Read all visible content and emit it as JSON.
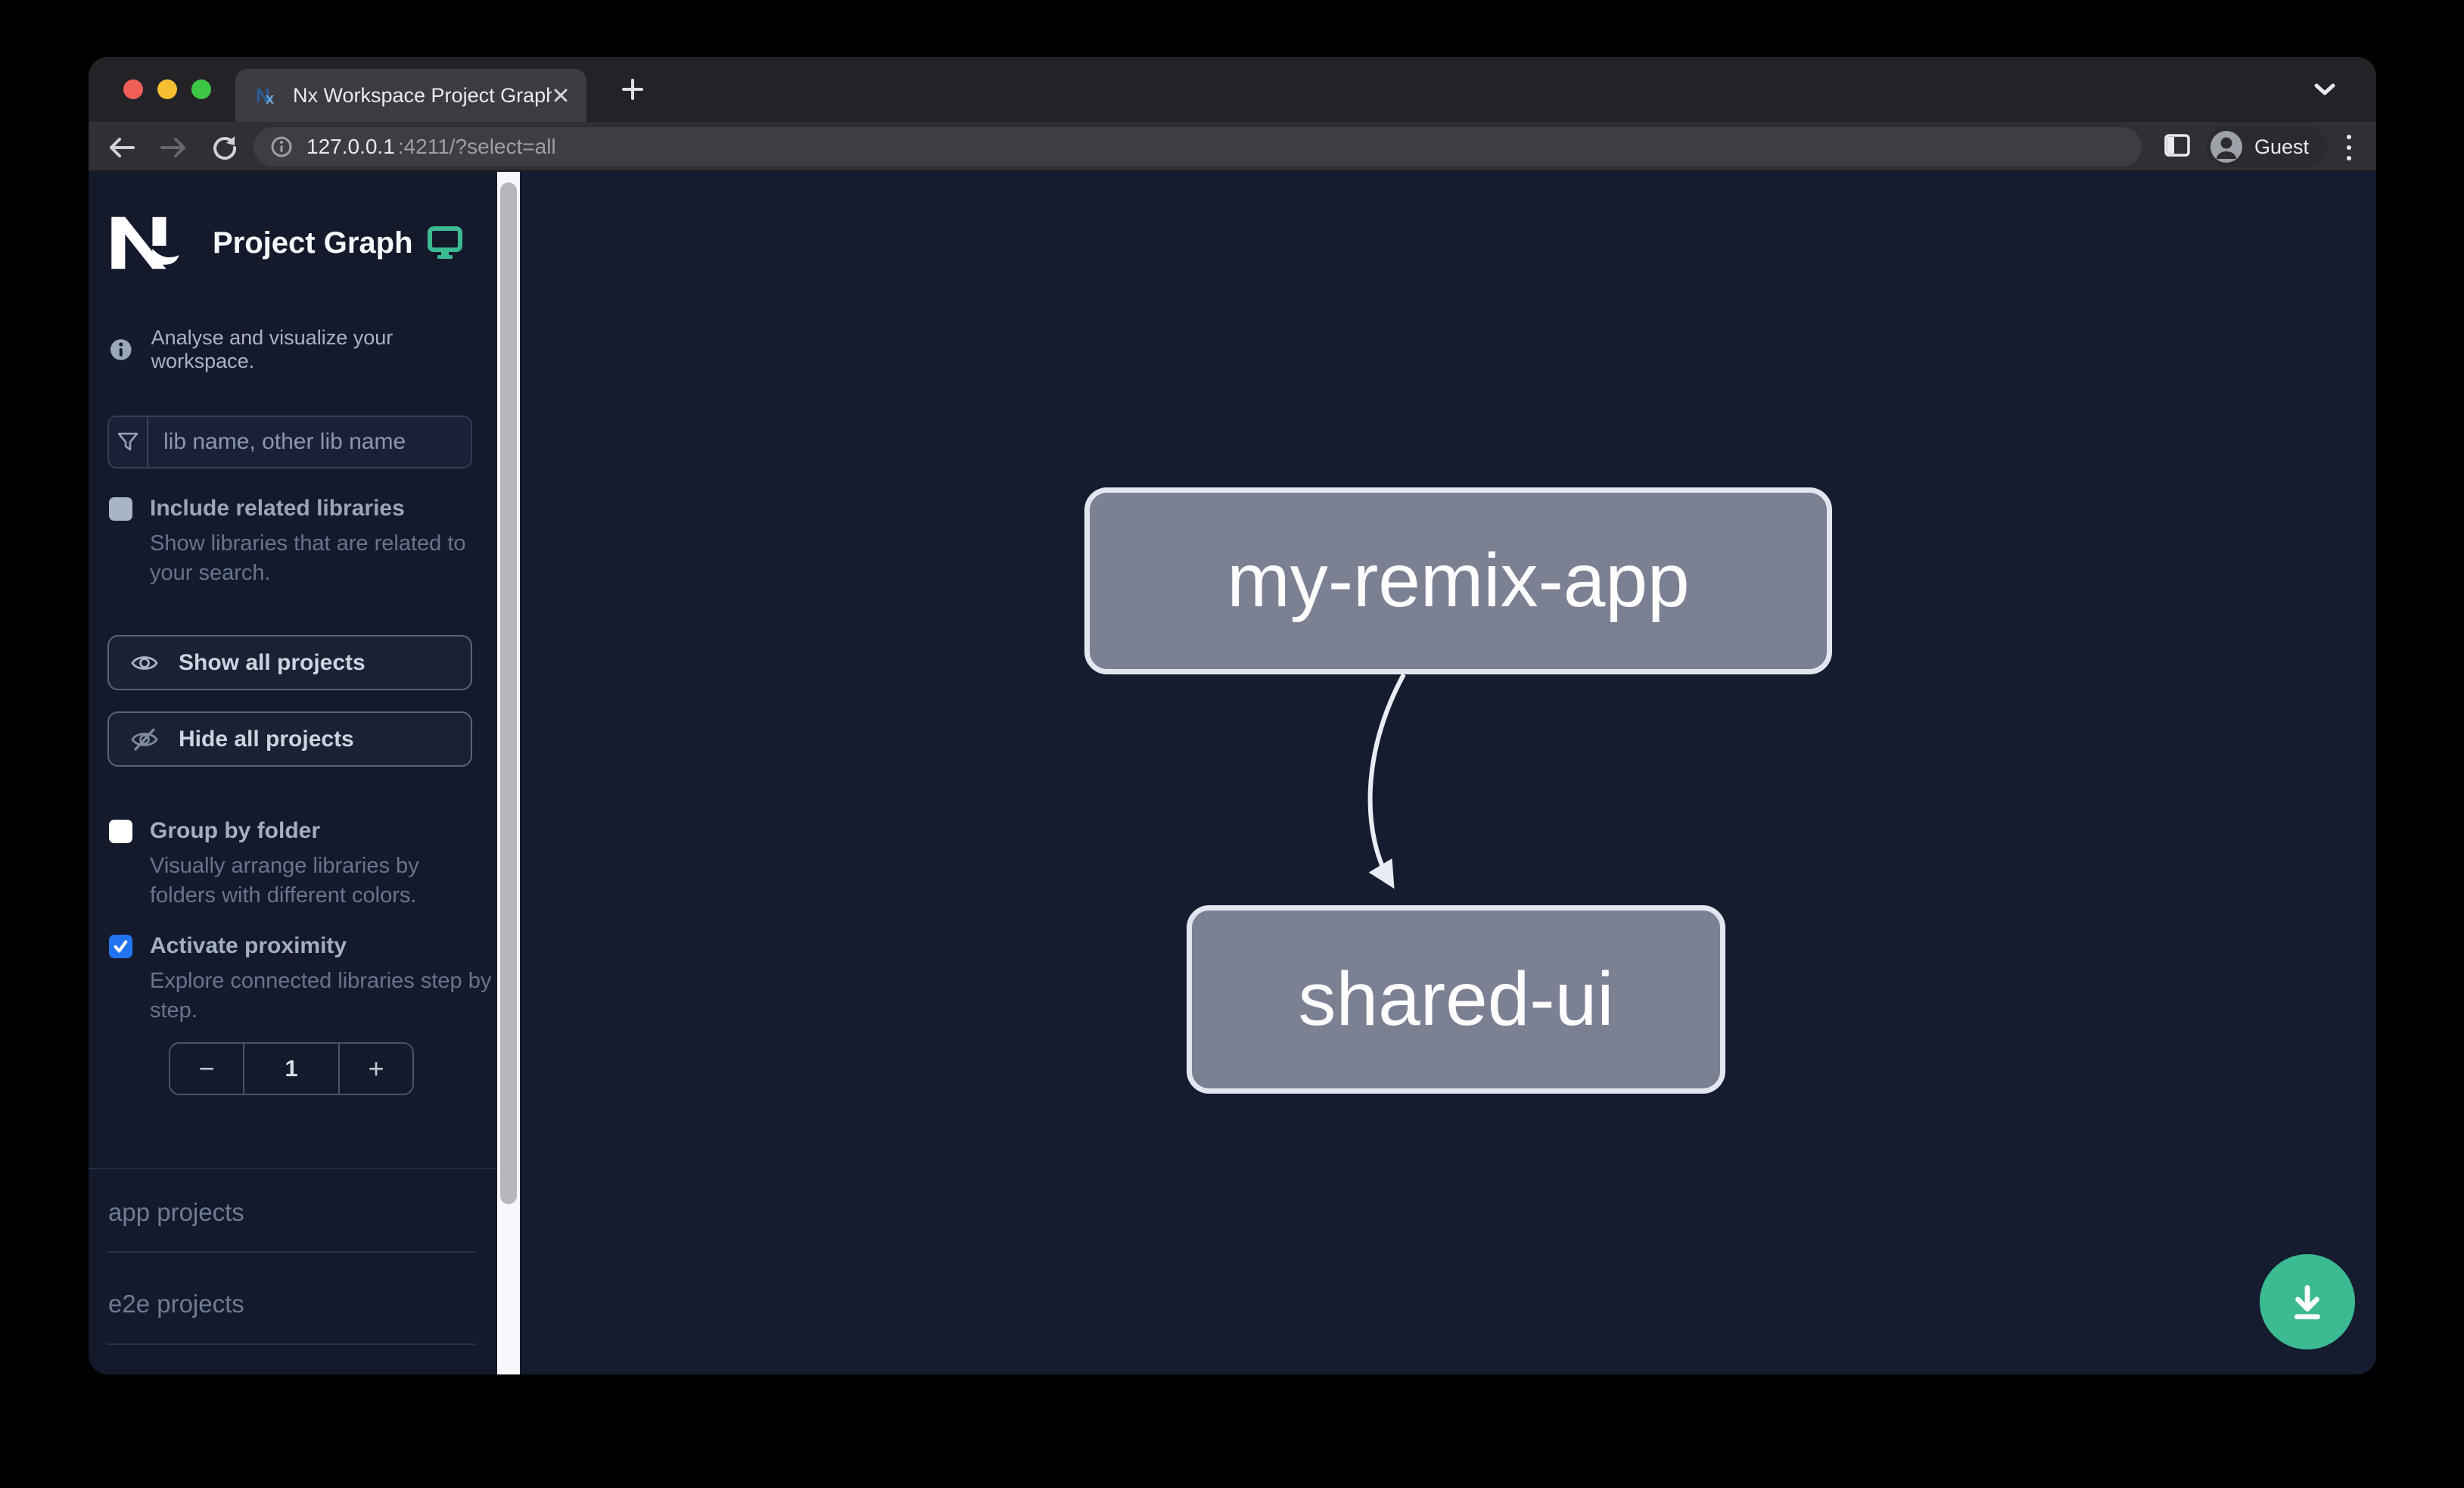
{
  "chrome": {
    "tab_title": "Nx Workspace Project Graph",
    "url_host": "127.0.0.1",
    "url_rest": ":4211/?select=all",
    "profile_label": "Guest"
  },
  "sidebar": {
    "title": "Project Graph",
    "tagline": "Analyse and visualize your workspace.",
    "search_placeholder": "lib name, other lib name",
    "include_related_label": "Include related libraries",
    "include_related_desc": "Show libraries that are related to your search.",
    "show_all_label": "Show all projects",
    "hide_all_label": "Hide all projects",
    "group_by_folder_label": "Group by folder",
    "group_by_folder_desc": "Visually arrange libraries by folders with different colors.",
    "activate_proximity_label": "Activate proximity",
    "activate_proximity_desc": "Explore connected libraries step by step.",
    "proximity_decrement": "−",
    "proximity_value": "1",
    "proximity_increment": "+",
    "checkbox_states": {
      "include_related": false,
      "group_by_folder": false,
      "activate_proximity": true
    },
    "sections": [
      {
        "label": "app projects"
      },
      {
        "label": "e2e projects"
      }
    ]
  },
  "graph": {
    "nodes": [
      {
        "label": "my-remix-app"
      },
      {
        "label": "shared-ui"
      }
    ],
    "edges": [
      {
        "source": "my-remix-app",
        "target": "shared-ui"
      }
    ]
  },
  "colors": {
    "accent_green": "#3cba92",
    "checkbox_checked_blue": "#2273f0",
    "node_fill": "#7b8193",
    "node_border": "#e2e6ef",
    "canvas_bg": "#151c30",
    "sidebar_bg": "#141a2c",
    "scroll_track": "#f7f8fb"
  }
}
